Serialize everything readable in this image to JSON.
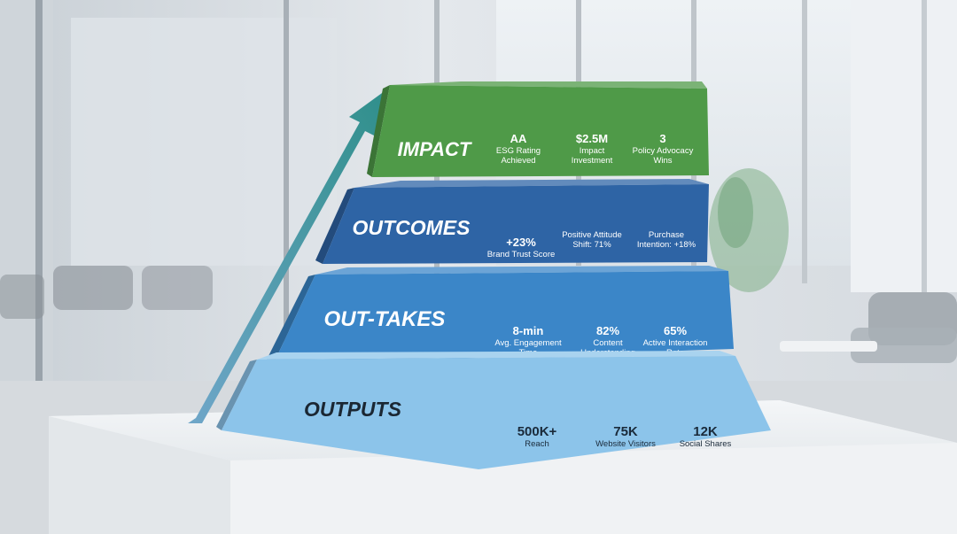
{
  "diagram": {
    "tiers": [
      {
        "label": "IMPACT",
        "color": "#4f9a48",
        "metrics": [
          {
            "icon": "laurel-rating-icon",
            "badge": "AA",
            "value": "AA",
            "caption": [
              "ESG Rating",
              "Achieved"
            ]
          },
          {
            "icon": "growth-coins-icon",
            "value": "$2.5M",
            "caption": [
              "Impact",
              "Investment"
            ]
          },
          {
            "icon": "gavel-check-icon",
            "value": "3",
            "caption": [
              "Policy Advocacy",
              "Wins"
            ]
          }
        ]
      },
      {
        "label": "OUTCOMES",
        "color": "#2e64a5",
        "metrics": [
          {
            "icon": "shield-heart-icon",
            "value": "+23%",
            "caption": [
              "Brand Trust Score"
            ]
          },
          {
            "icon": "smiley-arrow-icon",
            "value": "",
            "caption": [
              "Positive Attitude",
              "Shift: 71%"
            ]
          },
          {
            "icon": "cart-check-icon",
            "value": "",
            "caption": [
              "Purchase",
              "Intention: +18%"
            ]
          }
        ]
      },
      {
        "label": "OUT-TAKES",
        "color": "#3b86c8",
        "metrics": [
          {
            "icon": "stopwatch-icon",
            "value": "8-min",
            "caption": [
              "Avg. Engagement",
              "Time"
            ]
          },
          {
            "icon": "brain-check-icon",
            "value": "82%",
            "caption": [
              "Content",
              "Understanding"
            ]
          },
          {
            "icon": "touch-screen-icon",
            "value": "65%",
            "caption": [
              "Active Interaction",
              "Rate"
            ]
          }
        ]
      },
      {
        "label": "OUTPUTS",
        "color": "#8cc4ea",
        "metrics": [
          {
            "icon": "megaphone-icon",
            "value": "500K+",
            "caption": [
              "Reach"
            ]
          },
          {
            "icon": "browser-cursor-icon",
            "value": "75K",
            "caption": [
              "Website Visitors"
            ]
          },
          {
            "icon": "share-icon",
            "value": "12K",
            "caption": [
              "Social Shares"
            ]
          }
        ]
      }
    ],
    "arrow_color": "#3f8fa8"
  }
}
